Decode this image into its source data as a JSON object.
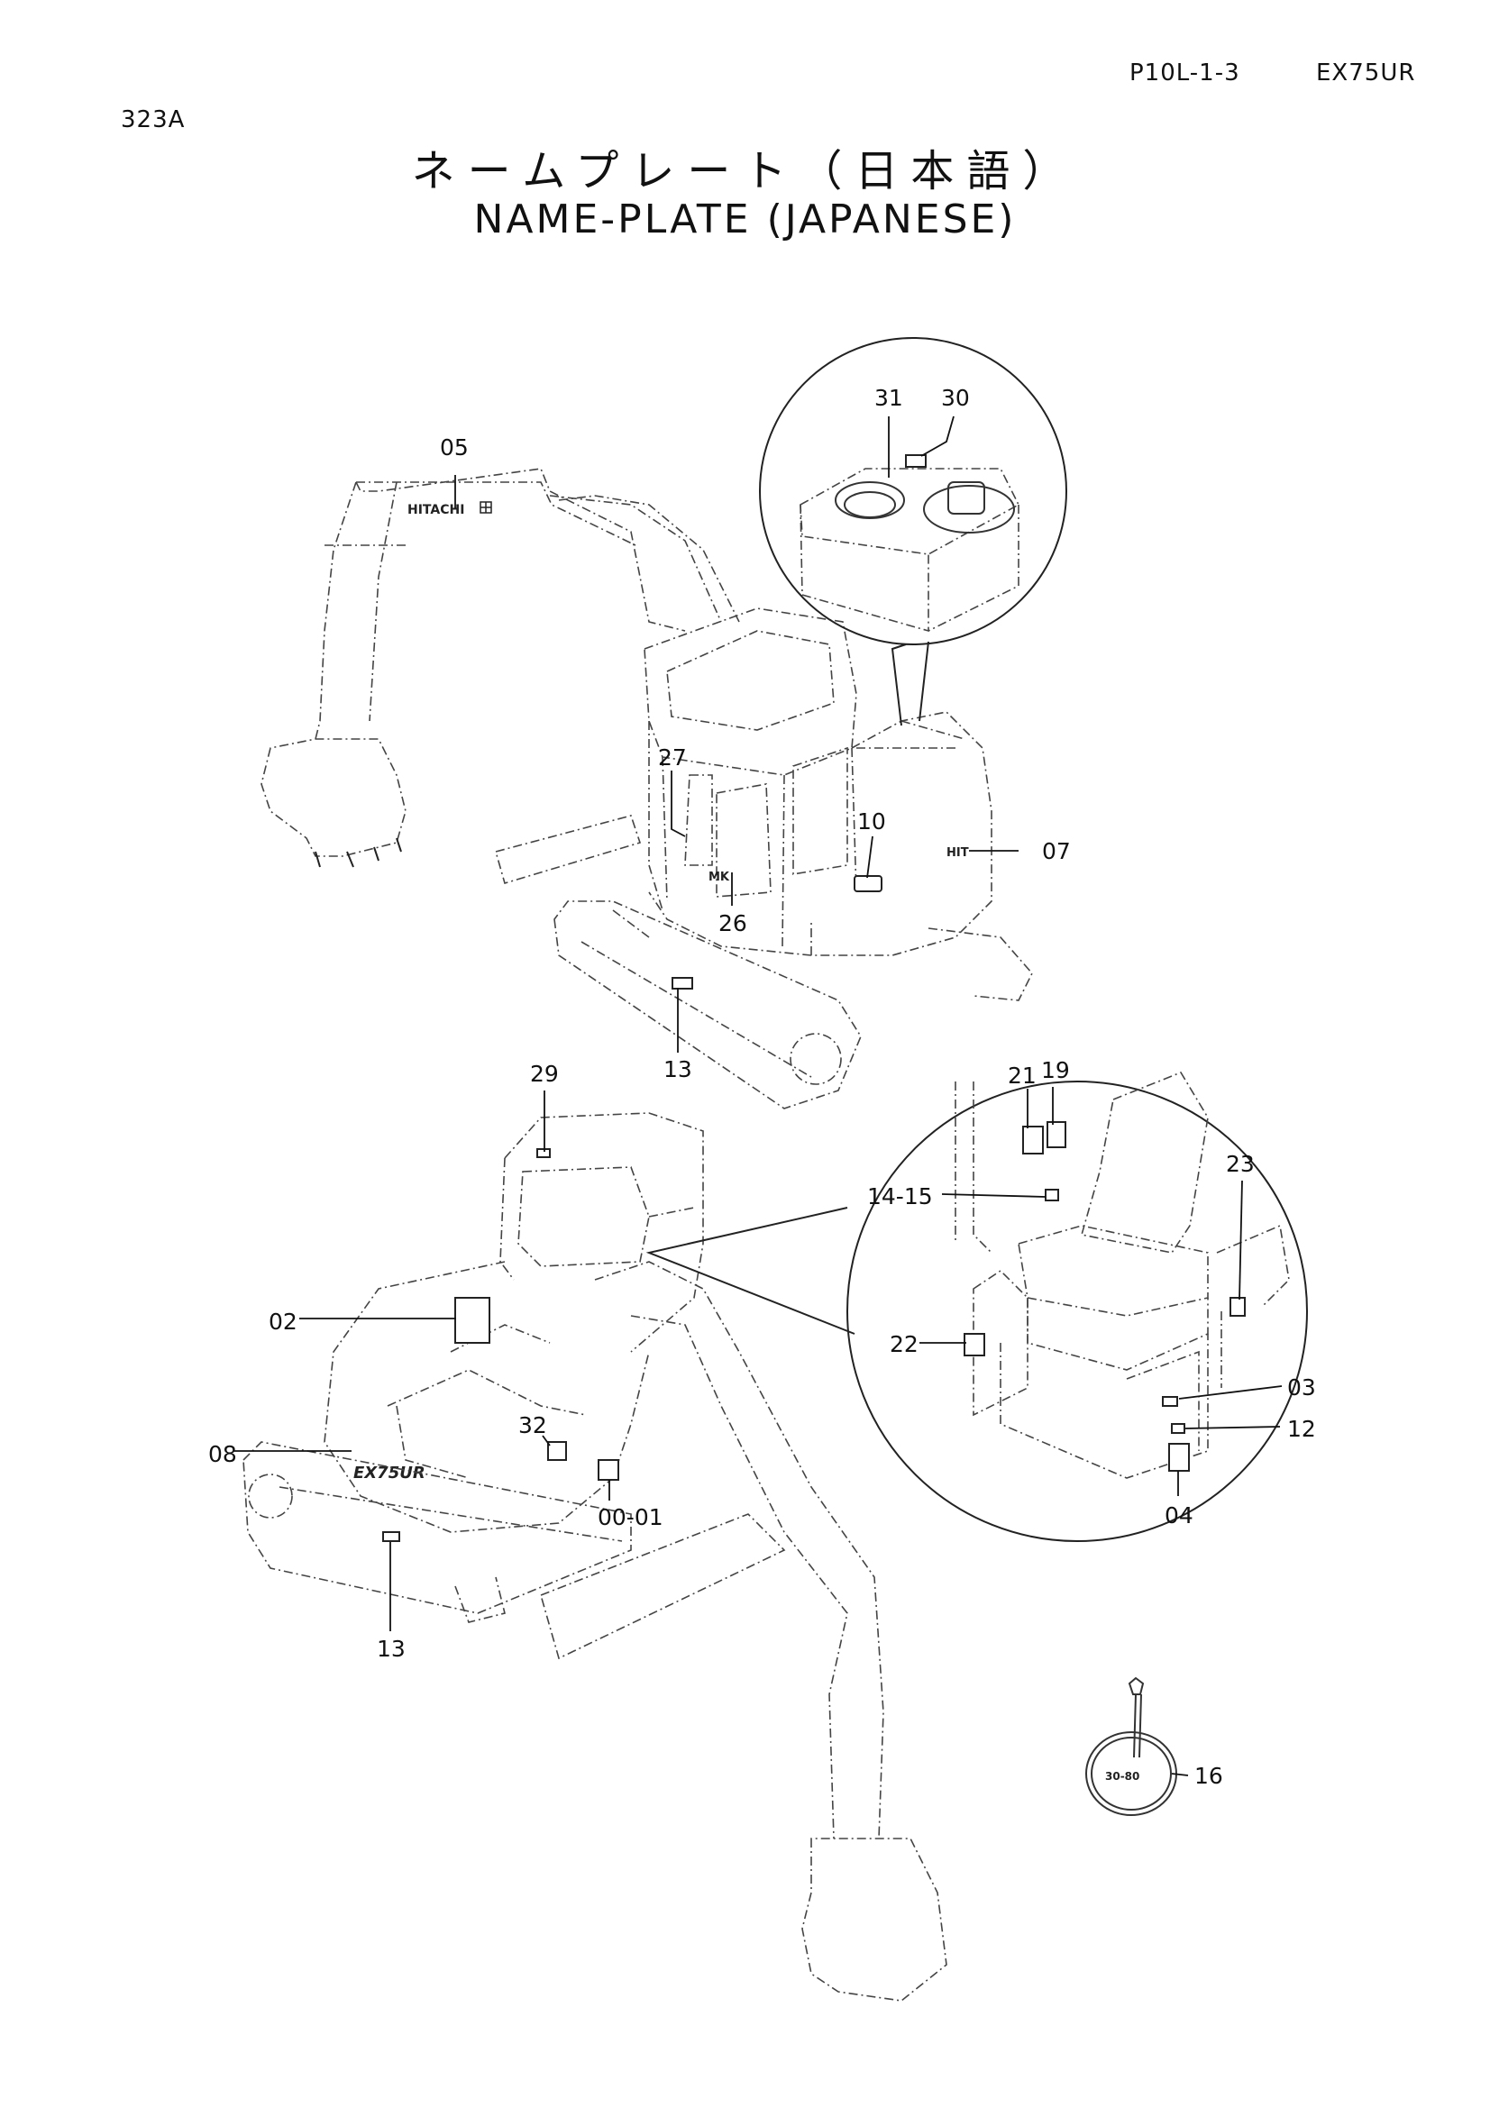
{
  "header": {
    "page_code": "P10L-1-3",
    "model": "EX75UR",
    "catalog_no": "323A"
  },
  "title": {
    "japanese": "ネームプレート（日本語）",
    "english": "NAME-PLATE (JAPANESE)"
  },
  "callouts": [
    "05",
    "31",
    "30",
    "27",
    "10",
    "07",
    "26",
    "13",
    "29",
    "21",
    "19",
    "23",
    "14-15",
    "02",
    "22",
    "03",
    "12",
    "04",
    "32",
    "08",
    "00-01",
    "13",
    "16"
  ],
  "marks": {
    "hitachi_logo": "HITACHI",
    "decal_ex75ur": "EX75UR"
  }
}
